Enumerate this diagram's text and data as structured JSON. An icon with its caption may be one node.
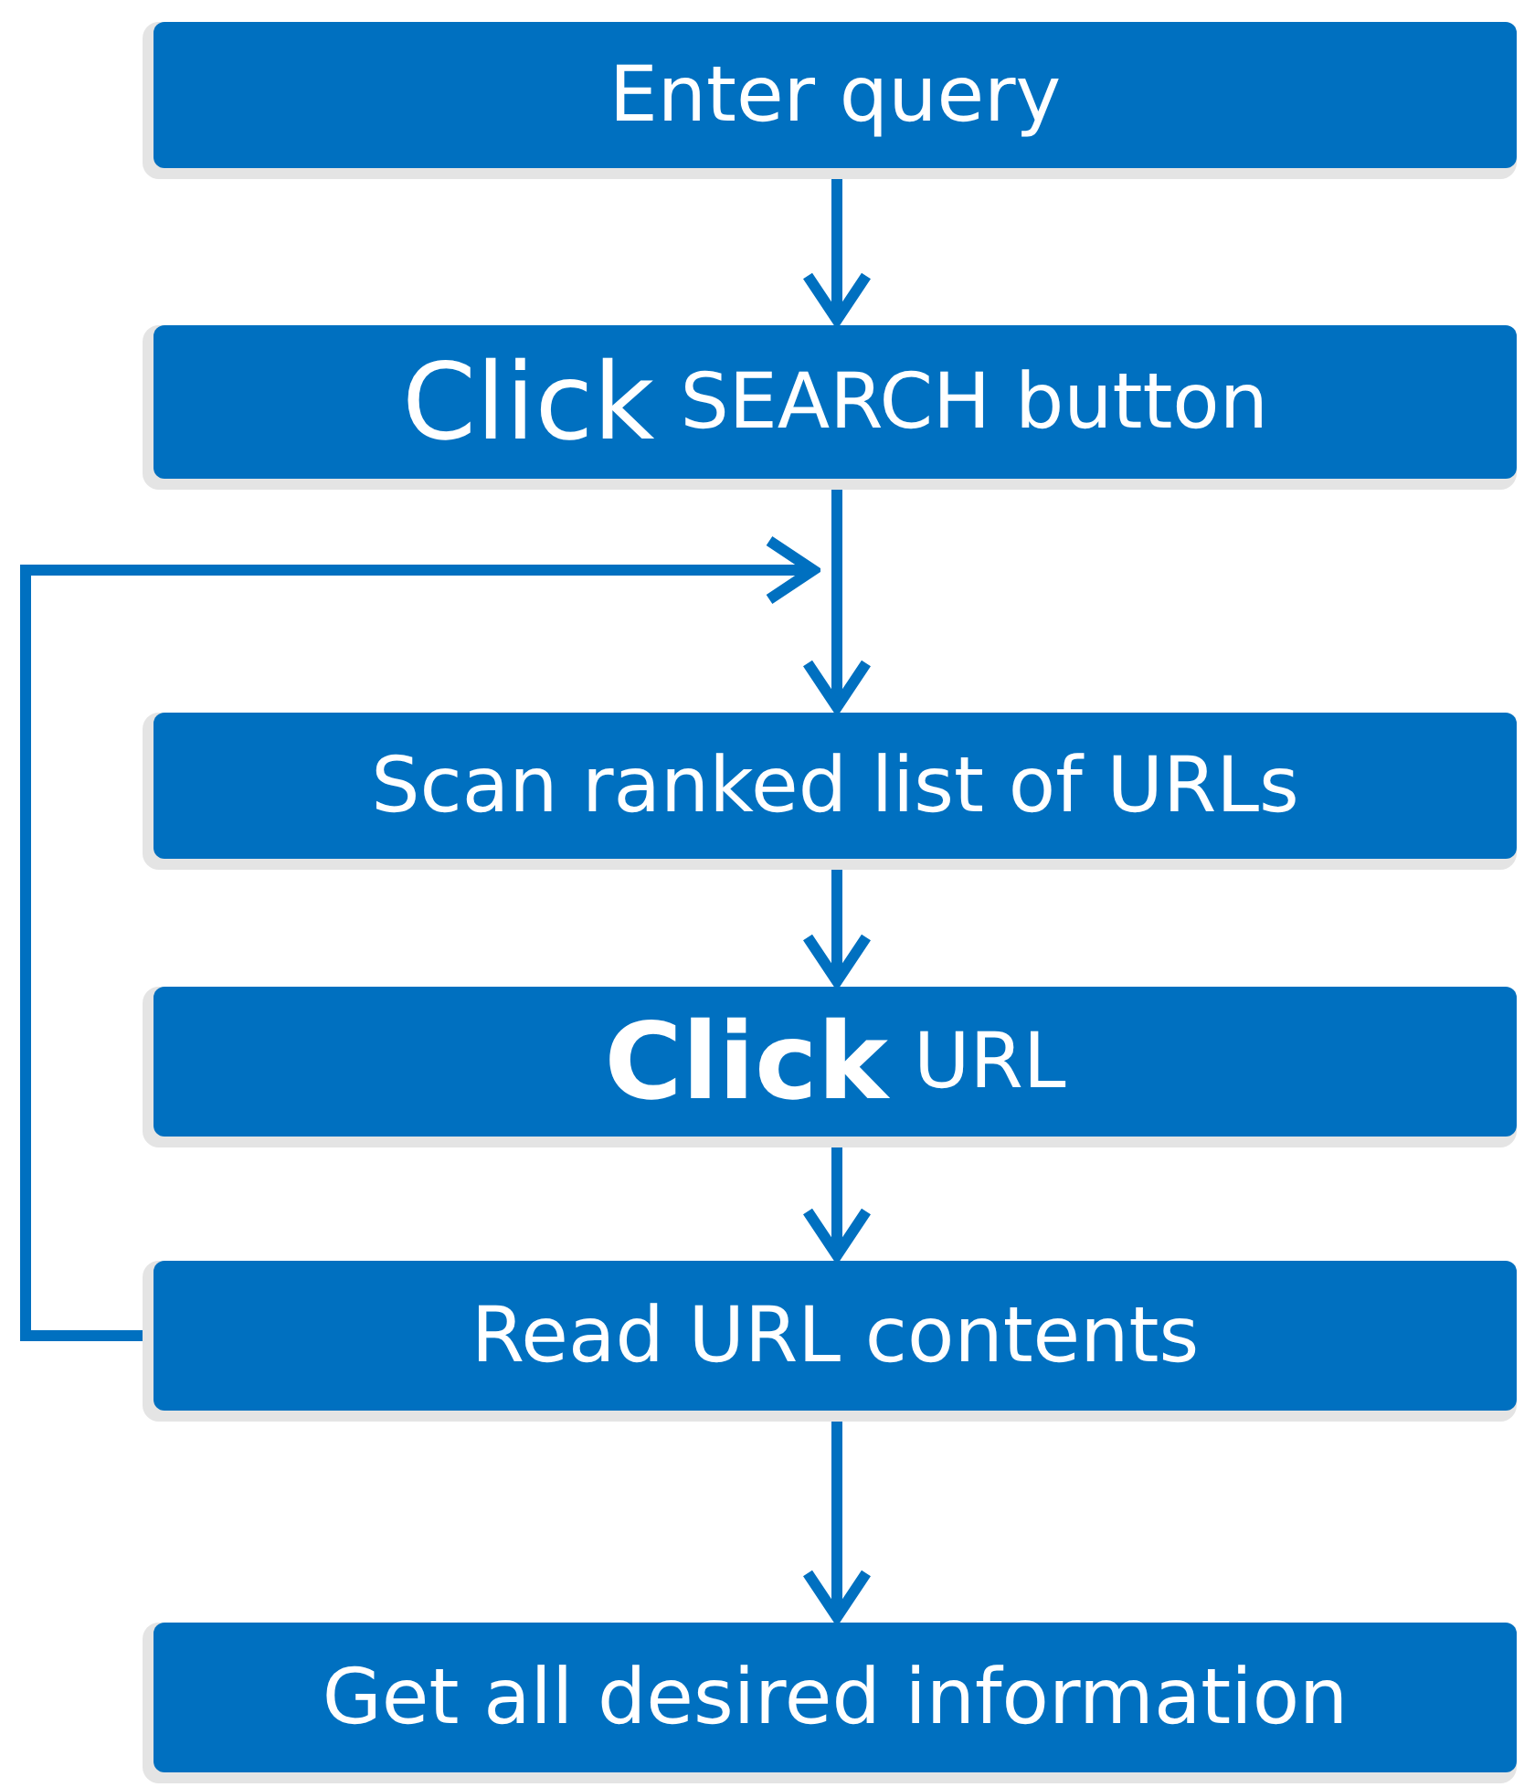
{
  "diagram": {
    "nodes": [
      {
        "text": [
          "Enter query"
        ]
      },
      {
        "text": [
          "Click",
          "SEARCH button"
        ]
      },
      {
        "text": [
          "Scan ranked list of URLs"
        ]
      },
      {
        "text": [
          "**Click**",
          "URL"
        ]
      },
      {
        "text": [
          "Read URL contents"
        ]
      },
      {
        "text": [
          "Get all desired information"
        ]
      }
    ],
    "edges": [
      {
        "from": 0,
        "to": 1,
        "arrow": "to"
      },
      {
        "from": 1,
        "to": 2,
        "arrow": "to"
      },
      {
        "from": 2,
        "to": 3,
        "arrow": "to"
      },
      {
        "from": 3,
        "to": 4,
        "arrow": "to"
      },
      {
        "from": 4,
        "to": 5,
        "arrow": "to"
      },
      {
        "from": 4,
        "to": null,
        "arrow": "to"
      }
    ]
  }
}
